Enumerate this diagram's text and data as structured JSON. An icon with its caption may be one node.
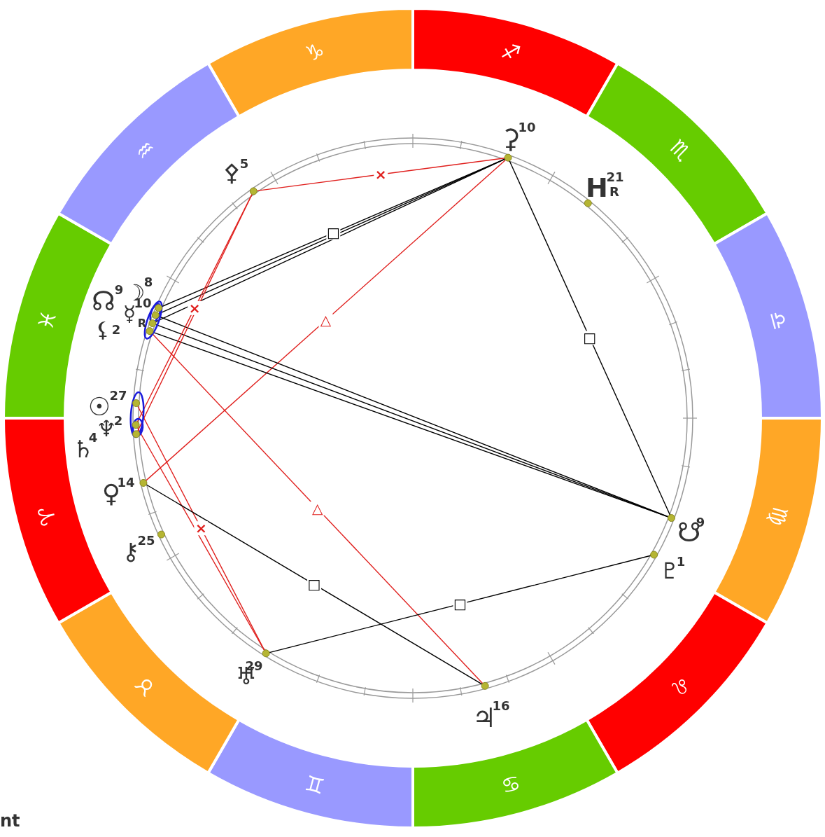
{
  "diagram": {
    "nodes": [
      {
        "text": [
          "♑"
        ]
      },
      {
        "text": [
          "♐"
        ]
      },
      {
        "text": [
          "♏"
        ]
      },
      {
        "text": [
          "♎"
        ]
      },
      {
        "text": [
          "♍"
        ]
      },
      {
        "text": [
          "♌"
        ]
      },
      {
        "text": [
          "♋"
        ]
      },
      {
        "text": [
          "♊"
        ]
      },
      {
        "text": [
          "♉"
        ]
      },
      {
        "text": [
          "♈"
        ]
      },
      {
        "text": [
          "♓"
        ]
      },
      {
        "text": [
          "♒"
        ]
      },
      {
        "text": [],
        "shape": "circle",
        "beside": [
          "⚳",
          "10"
        ]
      },
      {
        "text": [],
        "shape": "circle",
        "beside": [
          "⚴",
          "5"
        ]
      },
      {
        "text": [],
        "shape": "circle",
        "beside": [
          "H",
          "21",
          "R"
        ]
      },
      {
        "text": [],
        "shape": "circle",
        "beside": [
          "☊",
          "9"
        ]
      },
      {
        "text": [],
        "shape": "circle",
        "beside": [
          "⚸",
          "2"
        ]
      },
      {
        "text": [],
        "shape": "circle",
        "beside": [
          "☽",
          "8"
        ]
      },
      {
        "text": [],
        "shape": "circle",
        "beside": [
          "☿",
          "10",
          "R"
        ]
      },
      {
        "text": [],
        "shape": "circle",
        "beside": [
          "☉",
          "27"
        ]
      },
      {
        "text": [],
        "shape": "circle",
        "beside": [
          "♆",
          "2"
        ]
      },
      {
        "text": [],
        "shape": "circle",
        "beside": [
          "♄",
          "4"
        ]
      },
      {
        "text": [],
        "shape": "circle",
        "beside": [
          "♀",
          "14"
        ]
      },
      {
        "text": [],
        "shape": "circle",
        "beside": [
          "⚷",
          "25"
        ]
      },
      {
        "text": [],
        "shape": "circle",
        "beside": [
          "♅",
          "29"
        ]
      },
      {
        "text": [],
        "shape": "circle",
        "beside": [
          "♃",
          "16"
        ]
      },
      {
        "text": [],
        "shape": "circle",
        "beside": [
          "☋",
          "9"
        ]
      },
      {
        "text": [],
        "shape": "circle",
        "beside": [
          "♇",
          "1"
        ]
      }
    ],
    "edges": [
      {
        "from": 12,
        "to": 13,
        "arrow": "none",
        "label": "×",
        "color": "#e0201e"
      },
      {
        "from": 12,
        "to": 15,
        "arrow": "none",
        "label": "□"
      },
      {
        "from": 12,
        "to": 16,
        "arrow": "none"
      },
      {
        "from": 12,
        "to": 17,
        "arrow": "none"
      },
      {
        "from": 12,
        "to": 22,
        "arrow": "none",
        "label": "△",
        "color": "#e0201e"
      },
      {
        "from": 12,
        "to": 26,
        "arrow": "none",
        "label": "□"
      },
      {
        "from": 16,
        "to": 26,
        "arrow": "none"
      },
      {
        "from": 17,
        "to": 26,
        "arrow": "none"
      },
      {
        "from": 18,
        "to": 26,
        "arrow": "none"
      },
      {
        "from": 13,
        "to": 20,
        "arrow": "none",
        "label": "×",
        "color": "#e0201e"
      },
      {
        "from": 13,
        "to": 21,
        "arrow": "none",
        "color": "#e0201e"
      },
      {
        "from": 18,
        "to": 25,
        "arrow": "none",
        "label": "△",
        "color": "#e0201e"
      },
      {
        "from": 19,
        "to": 24,
        "arrow": "none",
        "label": "×",
        "color": "#e0201e"
      },
      {
        "from": 20,
        "to": 24,
        "arrow": "none",
        "color": "#e0201e"
      },
      {
        "from": 22,
        "to": 25,
        "arrow": "none",
        "label": "□"
      },
      {
        "from": 24,
        "to": 27,
        "arrow": "none",
        "label": "□"
      }
    ],
    "labels": [
      "nt"
    ]
  }
}
